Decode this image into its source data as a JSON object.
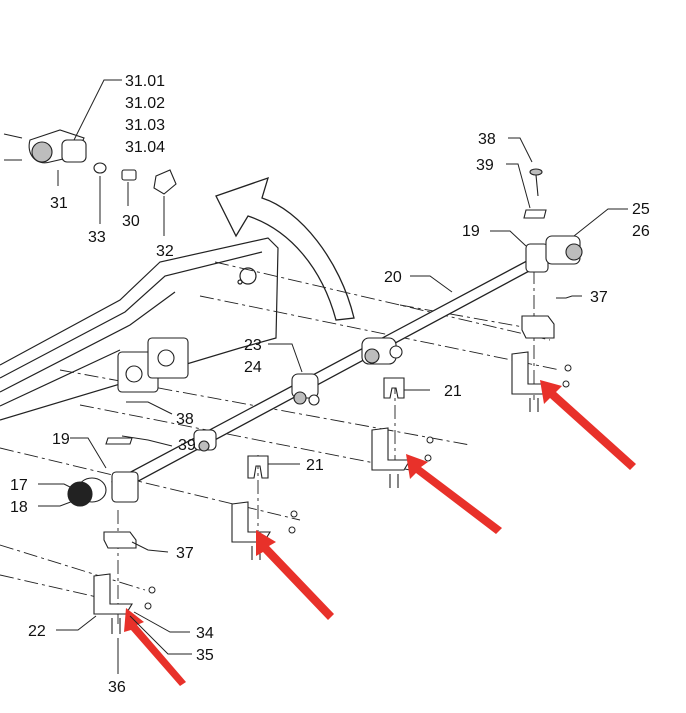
{
  "diagram": {
    "callouts": {
      "c31_01": "31.01",
      "c31_02": "31.02",
      "c31_03": "31.03",
      "c31_04": "31.04",
      "c31": "31",
      "c33": "33",
      "c30": "30",
      "c32": "32",
      "c38_top": "38",
      "c39_top": "39",
      "c19_right": "19",
      "c25": "25",
      "c26": "26",
      "c20": "20",
      "c37_right": "37",
      "c23": "23",
      "c24": "24",
      "c21_mid": "21",
      "c38_left": "38",
      "c39_left": "39",
      "c19_left": "19",
      "c17": "17",
      "c18": "18",
      "c21_low": "21",
      "c37_low": "37",
      "c22": "22",
      "c34": "34",
      "c35": "35",
      "c36": "36"
    },
    "colors": {
      "line": "#222222",
      "arrow": "#e8312a",
      "part_fill": "#ffffff",
      "shade": "#bdbdbd"
    }
  }
}
